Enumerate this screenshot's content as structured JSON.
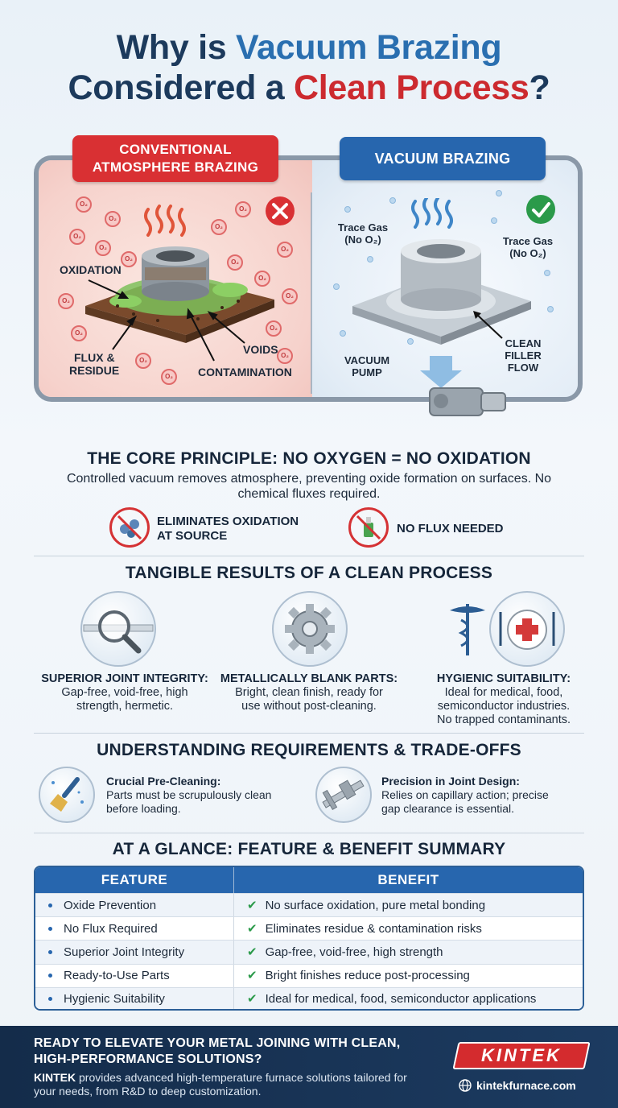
{
  "title": {
    "part1": "Why is ",
    "part2": "Vacuum Brazing",
    "part3": "Considered a ",
    "part4": "Clean Process",
    "part5": "?"
  },
  "comparison": {
    "left_tag": "CONVENTIONAL ATMOSPHERE BRAZING",
    "right_tag": "VACUUM BRAZING",
    "left_labels": {
      "oxidation": "OXIDATION",
      "flux": "FLUX &",
      "residue": "RESIDUE",
      "voids": "VOIDS",
      "contamination": "CONTAMINATION",
      "o2": "O₂"
    },
    "right_labels": {
      "trace_gas_1": "Trace Gas",
      "trace_gas_1b": "(No O₂)",
      "trace_gas_2": "Trace Gas",
      "trace_gas_2b": "(No O₂)",
      "vacuum": "VACUUM",
      "pump": "PUMP",
      "clean": "CLEAN",
      "filler": "FILLER",
      "flow": "FLOW"
    },
    "colors": {
      "bad": "#d93033",
      "good": "#2b9a4a",
      "accent_blue": "#2766ae"
    }
  },
  "core": {
    "heading": "THE CORE PRINCIPLE: NO OXYGEN = NO OXIDATION",
    "text": "Controlled vacuum removes atmosphere, preventing oxide formation on surfaces. No chemical fluxes required.",
    "badges": [
      {
        "label_line1": "ELIMINATES OXIDATION",
        "label_line2": "AT SOURCE",
        "icon": "no-oxide-icon"
      },
      {
        "label_line1": "NO FLUX NEEDED",
        "icon": "no-flux-icon"
      }
    ]
  },
  "results": {
    "heading": "TANGIBLE RESULTS OF A CLEAN PROCESS",
    "items": [
      {
        "title": "SUPERIOR JOINT INTEGRITY:",
        "l1": "Gap-free, void-free, high",
        "l2": "strength, hermetic.",
        "icon": "magnifier-joint-icon"
      },
      {
        "title": "METALLICALLY BLANK PARTS:",
        "l1": "Bright, clean finish, ready for",
        "l2": "use without post-cleaning.",
        "icon": "gear-icon"
      },
      {
        "title": "HYGIENIC SUITABILITY:",
        "l1": "Ideal for medical, food,",
        "l2": "semiconductor industries.",
        "l3": "No trapped contaminants.",
        "icon": "medical-food-icon"
      }
    ]
  },
  "requirements": {
    "heading": "UNDERSTANDING REQUIREMENTS & TRADE-OFFS",
    "items": [
      {
        "title": "Crucial Pre-Cleaning:",
        "l1": "Parts must be scrupulously clean",
        "l2": "before loading.",
        "icon": "brush-icon"
      },
      {
        "title": "Precision in Joint Design:",
        "l1": "Relies on capillary action; precise",
        "l2": "gap clearance is essential.",
        "icon": "caliper-icon"
      }
    ]
  },
  "summary": {
    "heading": "AT A GLANCE: FEATURE & BENEFIT SUMMARY",
    "col_feature": "FEATURE",
    "col_benefit": "BENEFIT",
    "rows": [
      {
        "feature": "Oxide Prevention",
        "benefit": "No surface oxidation, pure metal bonding"
      },
      {
        "feature": "No Flux Required",
        "benefit": "Eliminates residue & contamination risks"
      },
      {
        "feature": "Superior Joint Integrity",
        "benefit": "Gap-free, void-free, high strength"
      },
      {
        "feature": "Ready-to-Use Parts",
        "benefit": "Bright finishes reduce post-processing"
      },
      {
        "feature": "Hygienic Suitability",
        "benefit": "Ideal for medical, food, semiconductor applications"
      }
    ]
  },
  "footer": {
    "title": "READY TO ELEVATE YOUR METAL JOINING WITH CLEAN, HIGH-PERFORMANCE SOLUTIONS?",
    "brand": "KINTEK",
    "text": " provides advanced high-temperature furnace solutions tailored for your needs, from R&D to deep customization.",
    "logo": "KINTEK",
    "site": "kintekfurnace.com"
  }
}
